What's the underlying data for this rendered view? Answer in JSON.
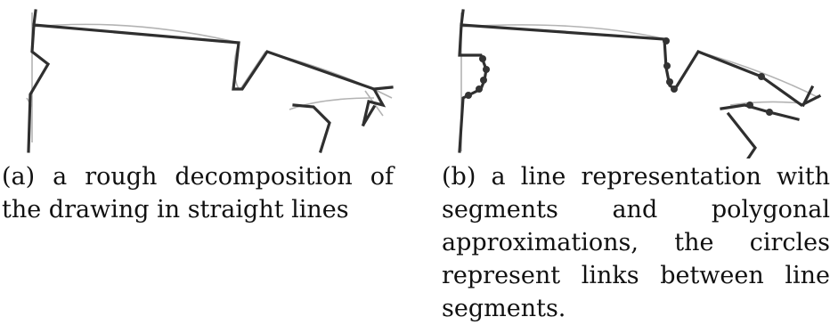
{
  "subfigures": [
    {
      "id": "a",
      "caption": "(a) a rough decomposition of the drawing in straight lines"
    },
    {
      "id": "b",
      "caption": "(b) a line representation with segments and polygonal approximations, the circles represent links between line segments."
    }
  ]
}
